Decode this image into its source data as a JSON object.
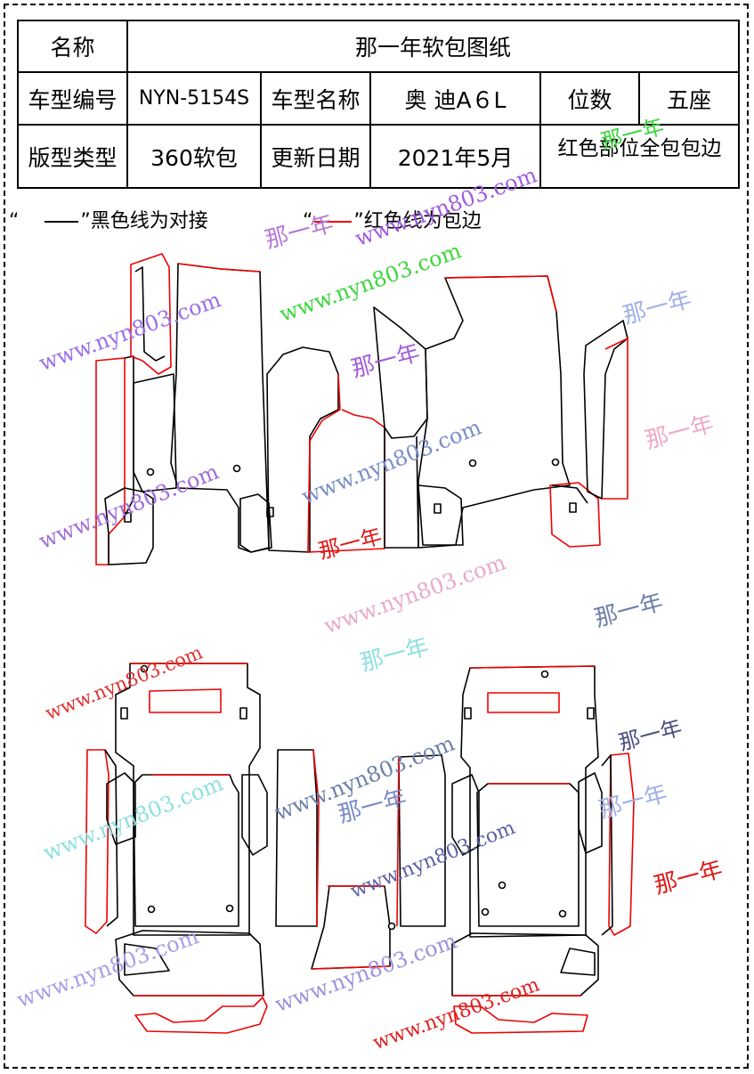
{
  "header": {
    "row1": {
      "label": "名称",
      "value": "那一年软包图纸"
    },
    "row2": {
      "label_code": "车型编号",
      "code": "NYN-5154S",
      "label_name": "车型名称",
      "model": "奥 迪A６L",
      "label_seats": "位数",
      "seats": "五座"
    },
    "row3": {
      "label_type": "版型类型",
      "type": "360软包",
      "label_date": "更新日期",
      "date": "2021年5月",
      "note": "红色部位全包包边"
    }
  },
  "legend": {
    "black_quote": "“",
    "black_text": "”黑色线为对接",
    "red_quote": "“",
    "red_text": "”红色线为包边"
  },
  "colors": {
    "butt_joint_line": "#000000",
    "edge_binding_line": "#e00000"
  },
  "watermarks": {
    "site": "www.nyn803.com",
    "brand": "那一年"
  }
}
